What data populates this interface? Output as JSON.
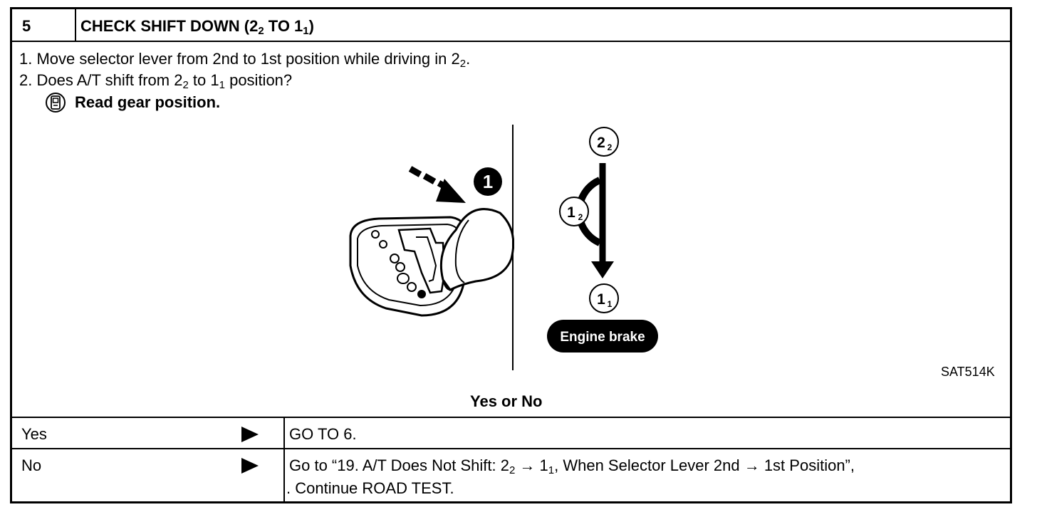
{
  "step": {
    "number": "5",
    "title_main": "CHECK SHIFT DOWN (2",
    "title_sub1": "2",
    "title_mid": " TO 1",
    "title_sub2": "1",
    "title_end": ")"
  },
  "instructions": {
    "line1_pre": "1.  Move selector lever from 2nd to 1st position while driving in 2",
    "line1_sub": "2",
    "line1_post": ".",
    "line2_a": "2.  Does A/T shift from 2",
    "line2_sub1": "2",
    "line2_b": " to 1",
    "line2_sub2": "1",
    "line2_c": " position?",
    "line3": "Read gear position."
  },
  "figure": {
    "callout_number": "1",
    "gear_top_main": "2",
    "gear_top_sub": "2",
    "gear_mid_main": "1",
    "gear_mid_sub": "2",
    "gear_bottom_main": "1",
    "gear_bottom_sub": "1",
    "engine_brake_label": "Engine brake",
    "figure_code": "SAT514K",
    "icon_name": "gear-position-meter-icon"
  },
  "question": "Yes or No",
  "answers": [
    {
      "label": "Yes",
      "action": "GO TO 6."
    },
    {
      "label": "No",
      "action_line1_a": "Go to “19. A/T Does Not Shift: 2",
      "action_line1_sub1": "2",
      "action_line1_b": " → 1",
      "action_line1_sub2": "1",
      "action_line1_c": ", When Selector Lever 2nd → 1st Position”,",
      "action_line2": ". Continue ROAD TEST."
    }
  ]
}
